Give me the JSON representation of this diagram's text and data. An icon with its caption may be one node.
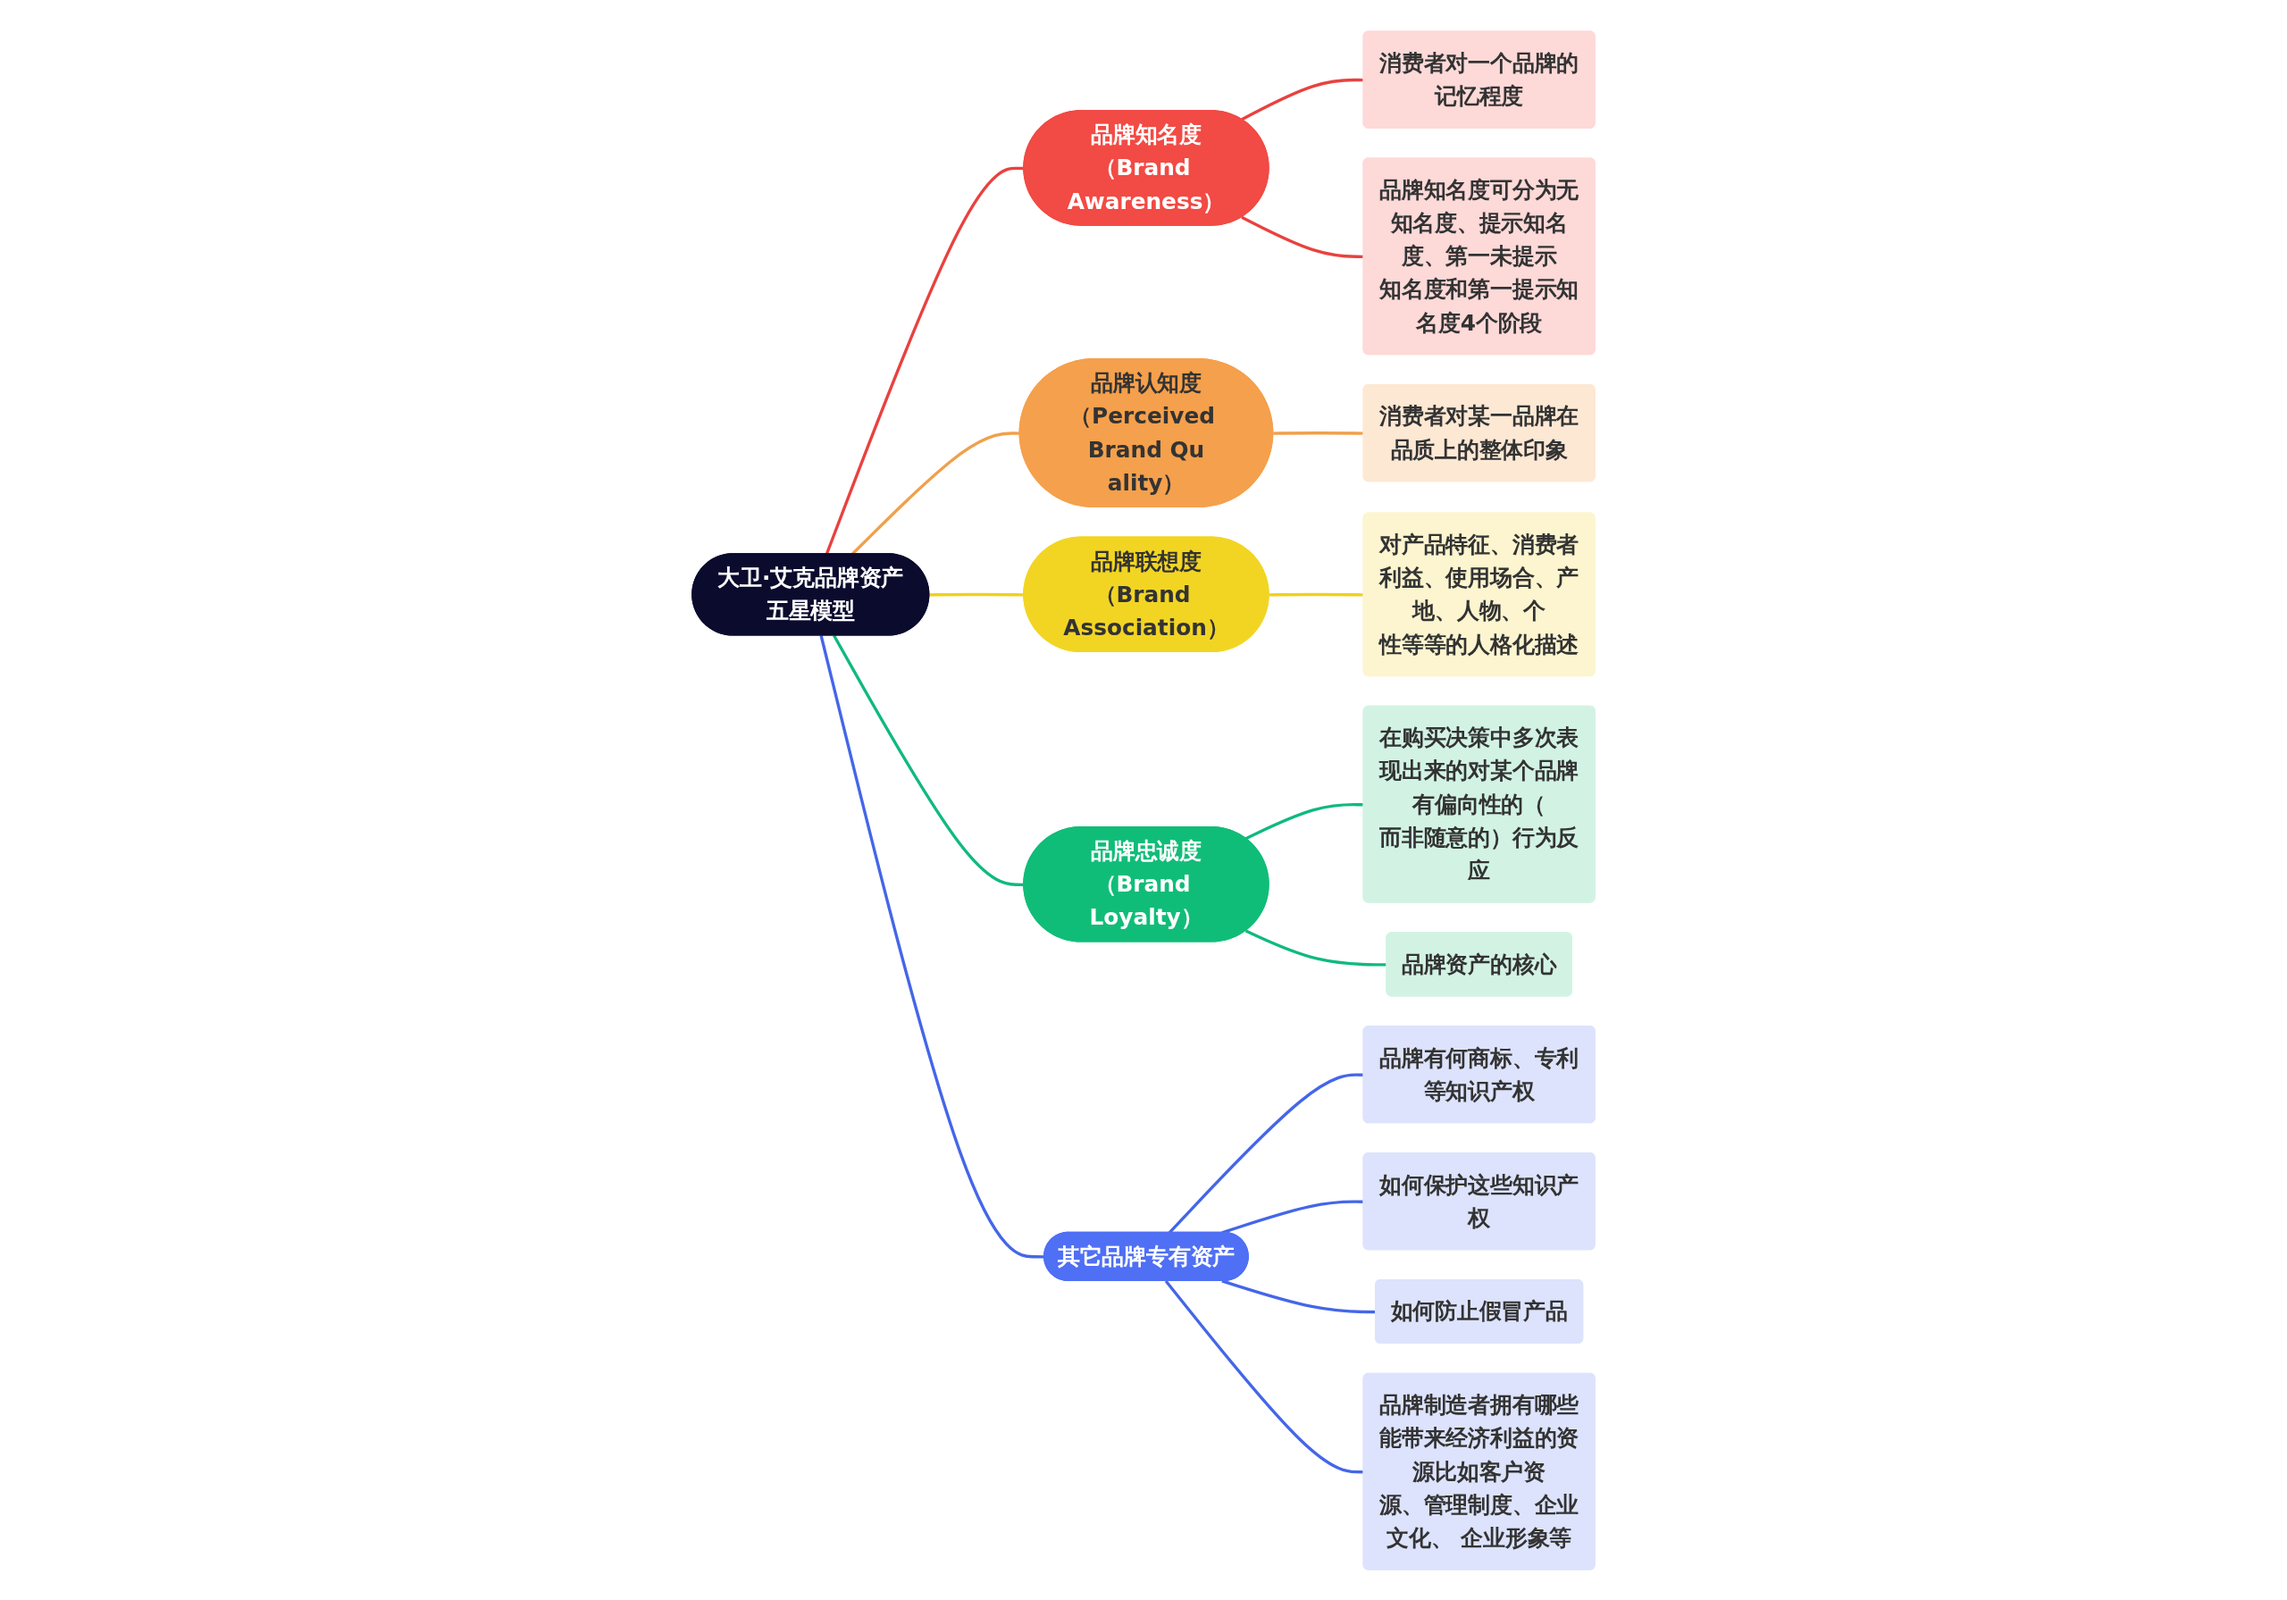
{
  "diagram": {
    "nodes": [
      {
        "text": [
          "大卫·艾克品牌资产五星模型"
        ]
      },
      {
        "text": [
          "品牌知名度（Brand Awareness）"
        ]
      },
      {
        "text": [
          "消费者对一个品牌的记忆程度"
        ]
      },
      {
        "text": [
          "品牌知名度可分为无知名度、提示知名度、第一未提示知名度和第一提示知名度4个阶段"
        ]
      },
      {
        "text": [
          "品牌认知度（Perceived Brand Quality）"
        ]
      },
      {
        "text": [
          "消费者对某一品牌在品质上的整体印象"
        ]
      },
      {
        "text": [
          "品牌联想度（Brand Association）"
        ]
      },
      {
        "text": [
          "对产品特征、消费者利益、使用场合、产地、人物、个性等等的人格化描述"
        ]
      },
      {
        "text": [
          "品牌忠诚度（Brand Loyalty）"
        ]
      },
      {
        "text": [
          "在购买决策中多次表现出来的对某个品牌有偏向性的（而非随意的）行为反应"
        ]
      },
      {
        "text": [
          "品牌资产的核心"
        ]
      },
      {
        "text": [
          "其它品牌专有资产"
        ]
      },
      {
        "text": [
          "品牌有何商标、专利等知识产权"
        ]
      },
      {
        "text": [
          "如何保护这些知识产权"
        ]
      },
      {
        "text": [
          "如何防止假冒产品"
        ]
      },
      {
        "text": [
          "品牌制造者拥有哪些能带来经济利益的资源比如客户资源、管理制度、企业文化、 企业形象等"
        ]
      }
    ],
    "edges": [
      {
        "from": 0,
        "to": 1,
        "arrow": "none",
        "color": "#e8423f"
      },
      {
        "from": 1,
        "to": 2,
        "arrow": "none",
        "color": "#e8423f"
      },
      {
        "from": 1,
        "to": 3,
        "arrow": "none",
        "color": "#e8423f"
      },
      {
        "from": 0,
        "to": 4,
        "arrow": "none",
        "color": "#f0a04b"
      },
      {
        "from": 4,
        "to": 5,
        "arrow": "none",
        "color": "#f0a04b"
      },
      {
        "from": 0,
        "to": 6,
        "arrow": "none",
        "color": "#f0d020"
      },
      {
        "from": 6,
        "to": 7,
        "arrow": "none",
        "color": "#f0d020"
      },
      {
        "from": 0,
        "to": 8,
        "arrow": "none",
        "color": "#10b981"
      },
      {
        "from": 8,
        "to": 9,
        "arrow": "none",
        "color": "#10b981"
      },
      {
        "from": 8,
        "to": 10,
        "arrow": "none",
        "color": "#10b981"
      },
      {
        "from": 0,
        "to": 11,
        "arrow": "none",
        "color": "#4466e8"
      },
      {
        "from": 11,
        "to": 12,
        "arrow": "none",
        "color": "#4466e8"
      },
      {
        "from": 11,
        "to": 13,
        "arrow": "none",
        "color": "#4466e8"
      },
      {
        "from": 11,
        "to": 14,
        "arrow": "none",
        "color": "#4466e8"
      },
      {
        "from": 11,
        "to": 15,
        "arrow": "none",
        "color": "#4466e8"
      }
    ]
  }
}
